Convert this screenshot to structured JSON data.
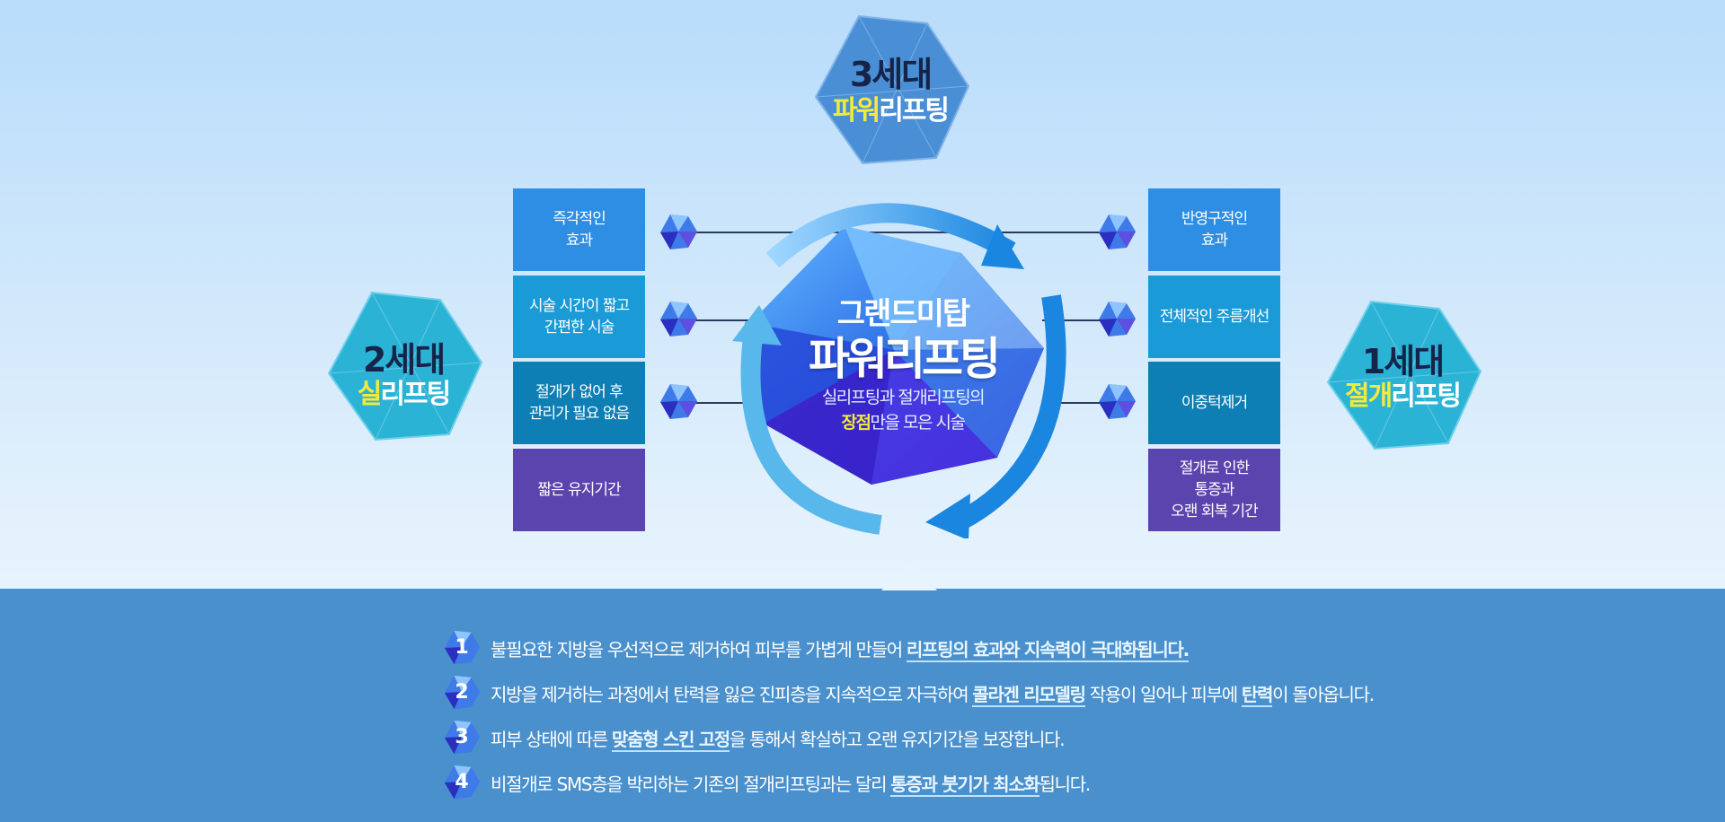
{
  "generations": {
    "third": {
      "line1": "3세대",
      "highlight": "파워",
      "rest": "리프팅"
    },
    "second": {
      "line1": "2세대",
      "highlight": "실",
      "rest": "리프팅"
    },
    "first": {
      "line1": "1세대",
      "highlight": "절개",
      "rest": "리프팅"
    }
  },
  "left_boxes": [
    {
      "line1": "즉각적인",
      "line2": "효과",
      "color": "#2e8ee4"
    },
    {
      "line1": "시술 시간이 짧고",
      "line2": "간편한 시술",
      "color": "#1a9bd7"
    },
    {
      "line1": "절개가 없어 후",
      "line2": "관리가 필요 없음",
      "color": "#0e7fb5"
    },
    {
      "line1": "짧은 유지기간",
      "line2": "",
      "color": "#5a44ad"
    }
  ],
  "right_boxes": [
    {
      "line1": "반영구적인",
      "line2": "효과",
      "line3": "",
      "color": "#2e8ee4"
    },
    {
      "line1": "전체적인 주름개선",
      "line2": "",
      "line3": "",
      "color": "#1a9bd7"
    },
    {
      "line1": "이중턱제거",
      "line2": "",
      "line3": "",
      "color": "#0e7fb5"
    },
    {
      "line1": "절개로 인한",
      "line2": "통증과",
      "line3": "오랜 회복 기간",
      "color": "#5a44ad"
    }
  ],
  "center": {
    "title1": "그랜드미탑",
    "title2": "파워리프팅",
    "sub1": "실리프팅과 절개리프팅의",
    "sub2_highlight": "장점",
    "sub2_rest": "만을 모은 시술"
  },
  "points": [
    {
      "num": "1",
      "before": "불필요한 지방을 우선적으로 제거하여  피부를 가볍게 만들어 ",
      "em1": "리프팅의 효과와 지속력이 극대화됩니다.",
      "mid": "",
      "em2": "",
      "after": ""
    },
    {
      "num": "2",
      "before": "지방을 제거하는 과정에서 탄력을 잃은 진피층을 지속적으로 자극하여 ",
      "em1": "콜라겐 리모델링",
      "mid": " 작용이 일어나 피부에 ",
      "em2": "탄력",
      "after": "이 돌아옵니다."
    },
    {
      "num": "3",
      "before": "피부 상태에 따른 ",
      "em1": "맞춤형 스킨 고정",
      "mid": "을 통해서 확실하고 오랜 유지기간을 보장합니다.",
      "em2": "",
      "after": ""
    },
    {
      "num": "4",
      "before": "비절개로 SMS층을 박리하는 기존의 절개리프팅과는 달리 ",
      "em1": "통증과 붓기가 최소화",
      "mid": "됩니다.",
      "em2": "",
      "after": ""
    }
  ],
  "colors": {
    "hex_third": "#4a8fd6",
    "hex_side": "#2bb3d6",
    "band": "#4a90cd",
    "highlight": "#f4ea3a"
  }
}
